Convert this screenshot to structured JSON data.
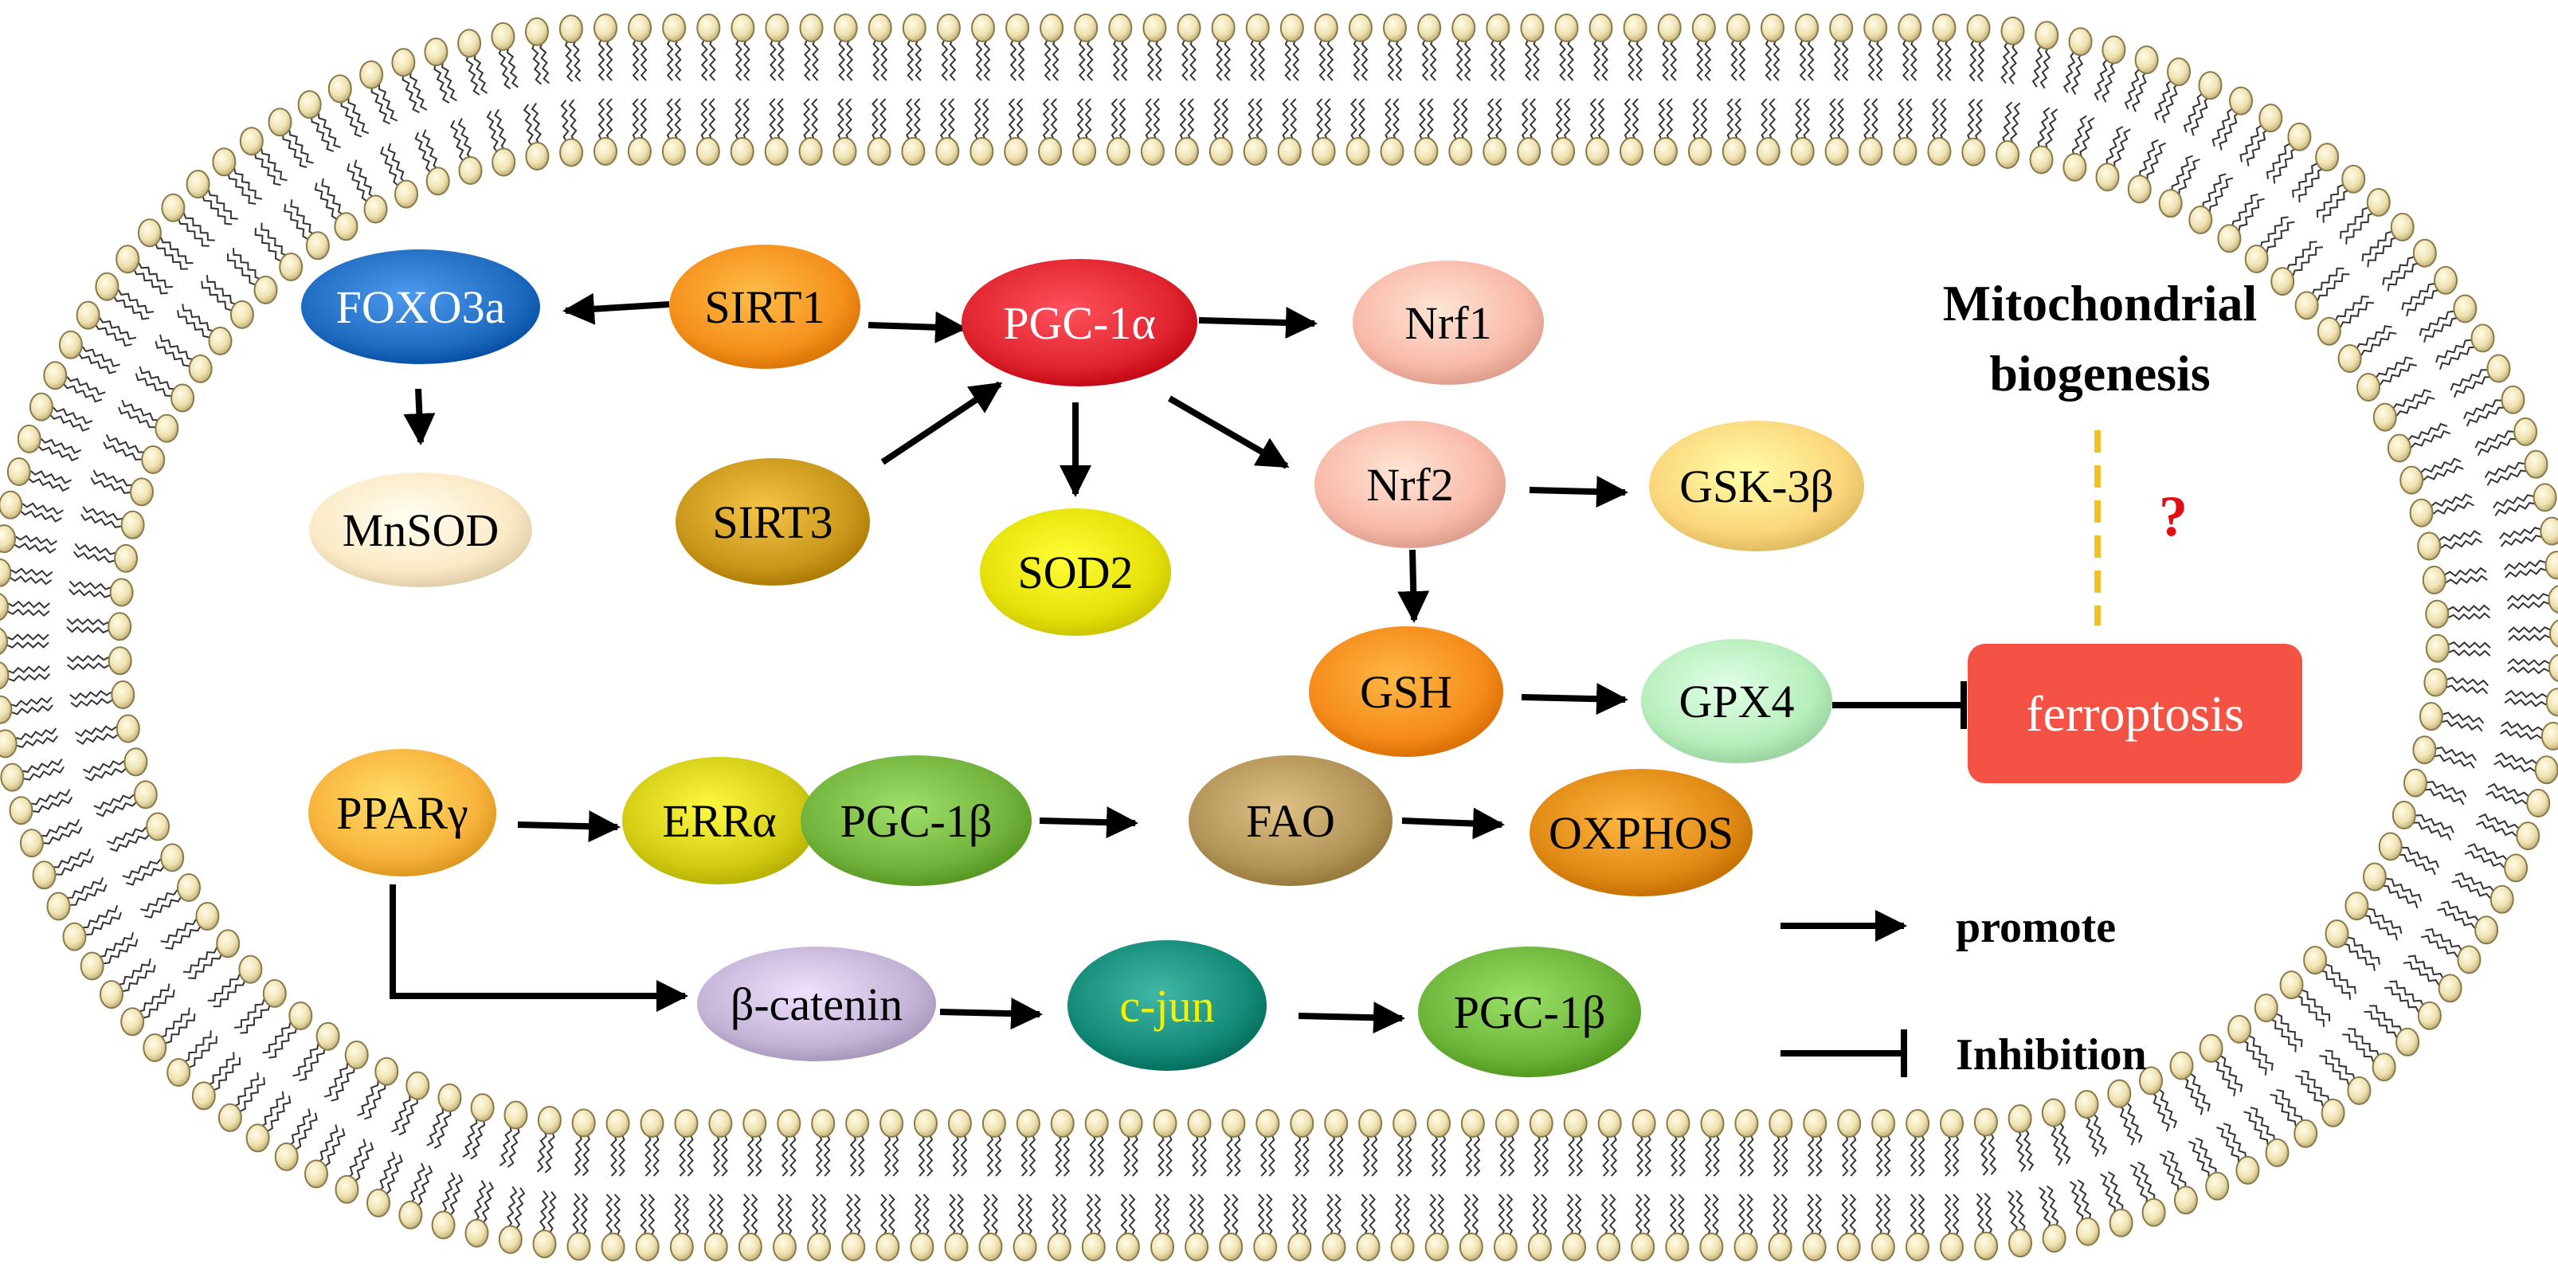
{
  "title": {
    "line1": "Mitochondrial",
    "line2": "biogenesis",
    "question_mark": "?"
  },
  "nodes": [
    {
      "id": "foxo3a",
      "label": "FOXO3a",
      "fill": "#1f6cc0",
      "text_color": "#ffffff"
    },
    {
      "id": "sirt1",
      "label": "SIRT1",
      "fill": "#f5901c",
      "text_color": "#000000"
    },
    {
      "id": "pgc1a",
      "label": "PGC-1α",
      "fill": "#e0242f",
      "text_color": "#ffffff"
    },
    {
      "id": "nrf1",
      "label": "Nrf1",
      "fill": "#f9b9a9",
      "text_color": "#000000"
    },
    {
      "id": "mnsod",
      "label": "MnSOD",
      "fill": "#fbe9c5",
      "text_color": "#000000"
    },
    {
      "id": "sirt3",
      "label": "SIRT3",
      "fill": "#c9971a",
      "text_color": "#000000"
    },
    {
      "id": "sod2",
      "label": "SOD2",
      "fill": "#e6e10a",
      "text_color": "#000000"
    },
    {
      "id": "nrf2",
      "label": "Nrf2",
      "fill": "#f9b9a9",
      "text_color": "#000000"
    },
    {
      "id": "gsk3b",
      "label": "GSK-3β",
      "fill": "#fbd67c",
      "text_color": "#000000"
    },
    {
      "id": "gsh",
      "label": "GSH",
      "fill": "#f58b1a",
      "text_color": "#000000"
    },
    {
      "id": "gpx4",
      "label": "GPX4",
      "fill": "#b6eebb",
      "text_color": "#000000"
    },
    {
      "id": "pparg",
      "label": "PPARγ",
      "fill": "#f8b33c",
      "text_color": "#000000"
    },
    {
      "id": "erra",
      "label": "ERRα",
      "fill": "#d2cc14",
      "text_color": "#000000"
    },
    {
      "id": "pgc1b_top",
      "label": "PGC-1β",
      "fill": "#71b33c",
      "text_color": "#000000"
    },
    {
      "id": "fao",
      "label": "FAO",
      "fill": "#b29458",
      "text_color": "#000000"
    },
    {
      "id": "oxphos",
      "label": "OXPHOS",
      "fill": "#e08a14",
      "text_color": "#000000"
    },
    {
      "id": "bcatenin",
      "label": "β-catenin",
      "fill": "#c3b4d7",
      "text_color": "#000000"
    },
    {
      "id": "cjun",
      "label": "c-jun",
      "fill": "#148a78",
      "text_color": "#f4f000"
    },
    {
      "id": "pgc1b_bottom",
      "label": "PGC-1β",
      "fill": "#6cb43a",
      "text_color": "#000000"
    }
  ],
  "ferroptosis": {
    "label": "ferroptosis",
    "fill": "#f45245",
    "text_color": "#ffffff"
  },
  "legend": {
    "promote": "promote",
    "inhibition": "Inhibition"
  },
  "colors": {
    "membrane_head": "#efe2b0",
    "membrane_head_stroke": "#8a7a4a",
    "arrow": "#000000",
    "dashed_line": "#f2c02a",
    "question_mark": "#e01010"
  }
}
